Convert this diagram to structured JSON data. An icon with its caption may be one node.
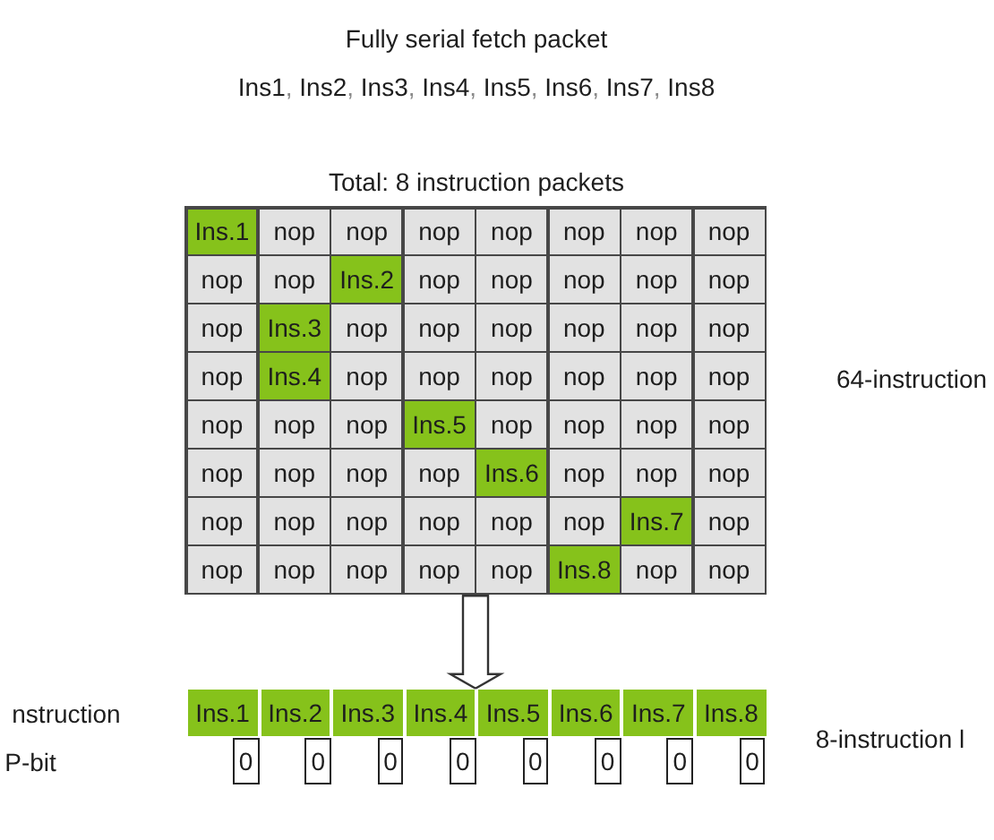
{
  "diagram": {
    "title": "Fully serial fetch packet",
    "nodes": [
      {
        "text": [],
        "shape": "box"
      },
      {
        "text": [
          "Ins.1"
        ],
        "in": 0
      },
      {
        "text": [
          "nop"
        ],
        "in": 0
      },
      {
        "text": [
          "nop"
        ],
        "in": 0
      },
      {
        "text": [
          "nop"
        ],
        "in": 0
      },
      {
        "text": [
          "nop"
        ],
        "in": 0
      },
      {
        "text": [
          "nop"
        ],
        "in": 0
      },
      {
        "text": [
          "nop"
        ],
        "in": 0
      },
      {
        "text": [
          "nop"
        ],
        "in": 0
      },
      {
        "text": [
          "nop"
        ],
        "in": 0
      },
      {
        "text": [
          "nop"
        ],
        "in": 0
      },
      {
        "text": [
          "Ins.2"
        ],
        "in": 0
      },
      {
        "text": [
          "nop"
        ],
        "in": 0
      },
      {
        "text": [
          "nop"
        ],
        "in": 0
      },
      {
        "text": [
          "nop"
        ],
        "in": 0
      },
      {
        "text": [
          "nop"
        ],
        "in": 0
      },
      {
        "text": [
          "nop"
        ],
        "in": 0
      },
      {
        "text": [
          "nop"
        ],
        "in": 0
      },
      {
        "text": [
          "Ins.3"
        ],
        "in": 0
      },
      {
        "text": [
          "nop"
        ],
        "in": 0
      },
      {
        "text": [
          "nop"
        ],
        "in": 0
      },
      {
        "text": [
          "nop"
        ],
        "in": 0
      },
      {
        "text": [
          "nop"
        ],
        "in": 0
      },
      {
        "text": [
          "nop"
        ],
        "in": 0
      },
      {
        "text": [
          "nop"
        ],
        "in": 0
      },
      {
        "text": [
          "nop"
        ],
        "in": 0
      },
      {
        "text": [
          "Ins.4"
        ],
        "in": 0
      },
      {
        "text": [
          "nop"
        ],
        "in": 0
      },
      {
        "text": [
          "nop"
        ],
        "in": 0
      },
      {
        "text": [
          "nop"
        ],
        "in": 0
      },
      {
        "text": [
          "nop"
        ],
        "in": 0
      },
      {
        "text": [
          "nop"
        ],
        "in": 0
      },
      {
        "text": [
          "nop"
        ],
        "in": 0
      },
      {
        "text": [
          "nop"
        ],
        "in": 0
      },
      {
        "text": [
          "nop"
        ],
        "in": 0
      },
      {
        "text": [
          "nop"
        ],
        "in": 0
      },
      {
        "text": [
          "Ins.5"
        ],
        "in": 0
      },
      {
        "text": [
          "nop"
        ],
        "in": 0
      },
      {
        "text": [
          "nop"
        ],
        "in": 0
      },
      {
        "text": [
          "nop"
        ],
        "in": 0
      },
      {
        "text": [
          "nop"
        ],
        "in": 0
      },
      {
        "text": [
          "nop"
        ],
        "in": 0
      },
      {
        "text": [
          "nop"
        ],
        "in": 0
      },
      {
        "text": [
          "nop"
        ],
        "in": 0
      },
      {
        "text": [
          "nop"
        ],
        "in": 0
      },
      {
        "text": [
          "Ins.6"
        ],
        "in": 0
      },
      {
        "text": [
          "nop"
        ],
        "in": 0
      },
      {
        "text": [
          "nop"
        ],
        "in": 0
      },
      {
        "text": [
          "nop"
        ],
        "in": 0
      },
      {
        "text": [
          "nop"
        ],
        "in": 0
      },
      {
        "text": [
          "nop"
        ],
        "in": 0
      },
      {
        "text": [
          "nop"
        ],
        "in": 0
      },
      {
        "text": [
          "nop"
        ],
        "in": 0
      },
      {
        "text": [
          "nop"
        ],
        "in": 0
      },
      {
        "text": [
          "nop"
        ],
        "in": 0
      },
      {
        "text": [
          "Ins.7"
        ],
        "in": 0
      },
      {
        "text": [
          "nop"
        ],
        "in": 0
      },
      {
        "text": [
          "nop"
        ],
        "in": 0
      },
      {
        "text": [
          "nop"
        ],
        "in": 0
      },
      {
        "text": [
          "nop"
        ],
        "in": 0
      },
      {
        "text": [
          "nop"
        ],
        "in": 0
      },
      {
        "text": [
          "nop"
        ],
        "in": 0
      },
      {
        "text": [
          "Ins.8"
        ],
        "in": 0
      },
      {
        "text": [
          "nop"
        ],
        "in": 0
      },
      {
        "text": [
          "nop"
        ],
        "in": 0
      },
      {
        "text": [
          "Ins.1",
          "Ins.2",
          "Ins.3",
          "Ins.4",
          "Ins.5",
          "Ins.6",
          "Ins.7",
          "Ins.8"
        ]
      },
      {
        "text": [
          "0"
        ]
      },
      {
        "text": [
          "0"
        ]
      },
      {
        "text": [
          "0"
        ]
      },
      {
        "text": [
          "0"
        ]
      },
      {
        "text": [
          "0"
        ]
      },
      {
        "text": [
          "0"
        ]
      },
      {
        "text": [
          "0"
        ]
      },
      {
        "text": [
          "0"
        ]
      }
    ],
    "edges": [
      {
        "from": 0,
        "to": 65,
        "arrow": "to"
      }
    ],
    "labels": [
      "Ins1, Ins2, Ins3, Ins4, Ins5, Ins6, Ins7, Ins8",
      "Total: 8 instruction packets",
      "64-instruction",
      "nstruction",
      "8-instruction l",
      "P-bit"
    ]
  }
}
